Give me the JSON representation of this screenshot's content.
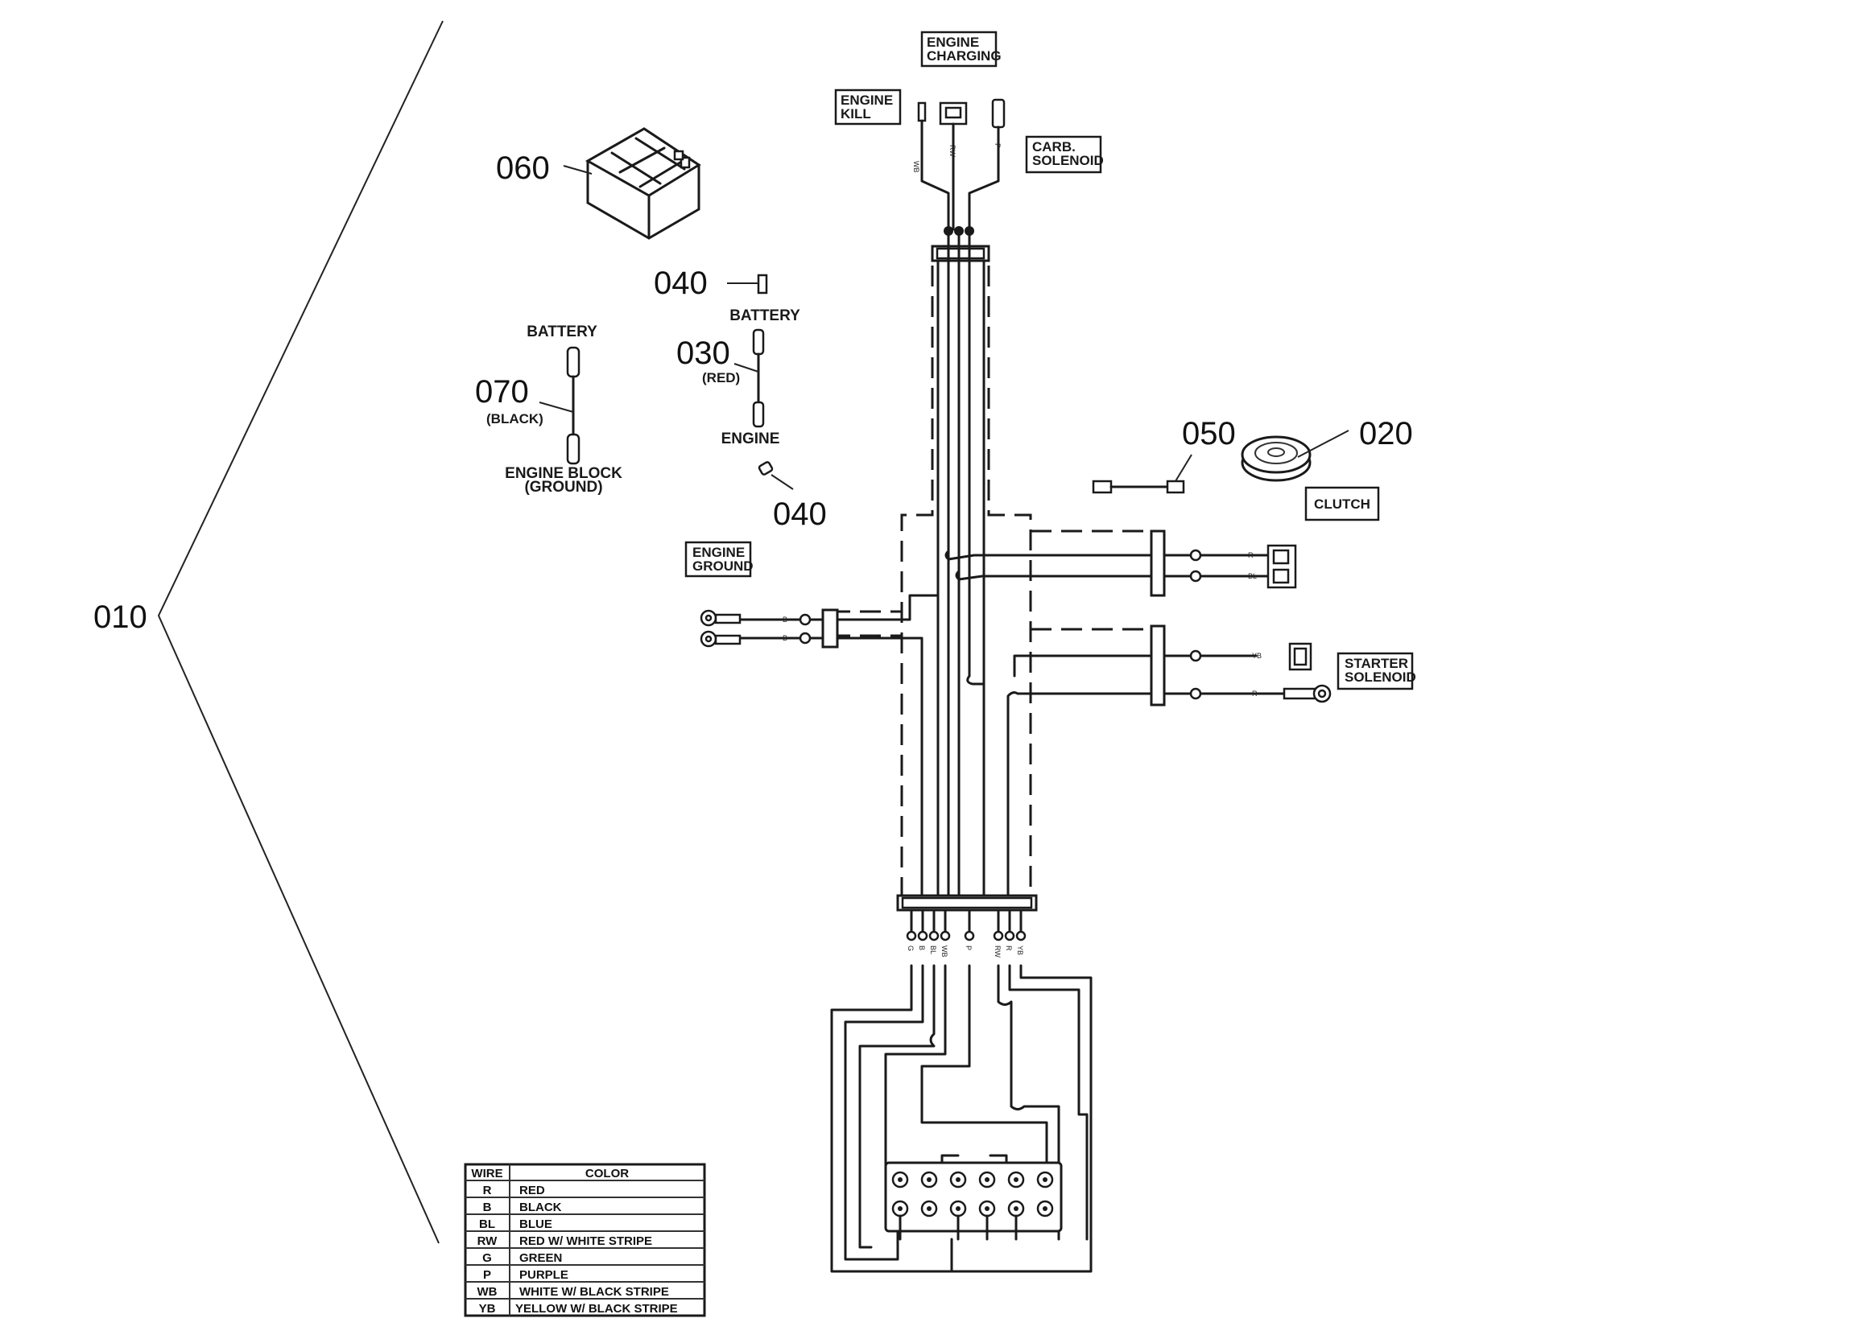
{
  "callouts": {
    "c010": "010",
    "c020": "020",
    "c030": "030",
    "c040_top": "040",
    "c040_bottom": "040",
    "c050": "050",
    "c060": "060",
    "c070": "070"
  },
  "labels": {
    "engine_charging_1": "ENGINE",
    "engine_charging_2": "CHARGING",
    "engine_kill_1": "ENGINE",
    "engine_kill_2": "KILL",
    "carb_solenoid_1": "CARB.",
    "carb_solenoid_2": "SOLENOID",
    "clutch": "CLUTCH",
    "engine_ground_1": "ENGINE",
    "engine_ground_2": "GROUND",
    "starter_solenoid_1": "STARTER",
    "starter_solenoid_2": "SOLENOID",
    "battery_black_top": "BATTERY",
    "black_note": "(BLACK)",
    "engine_block_1": "ENGINE BLOCK",
    "engine_block_2": "(GROUND)",
    "battery_red_top": "BATTERY",
    "red_note": "(RED)",
    "engine_red_bottom": "ENGINE"
  },
  "wire_codes": {
    "top_wb": "WB",
    "top_rw": "RW",
    "top_p": "P",
    "clutch_r": "R",
    "clutch_bl": "BL",
    "ground_b1": "B",
    "ground_b2": "B",
    "starter_yb": "YB",
    "starter_r": "R",
    "bottom": [
      "G",
      "B",
      "BL",
      "WB",
      "P",
      "RW",
      "R",
      "YB"
    ]
  },
  "wire_table": {
    "headers": [
      "WIRE",
      "COLOR"
    ],
    "rows": [
      [
        "R",
        "RED"
      ],
      [
        "B",
        "BLACK"
      ],
      [
        "BL",
        "BLUE"
      ],
      [
        "RW",
        "RED W/ WHITE STRIPE"
      ],
      [
        "G",
        "GREEN"
      ],
      [
        "P",
        "PURPLE"
      ],
      [
        "WB",
        "WHITE W/ BLACK STRIPE"
      ],
      [
        "YB",
        "YELLOW W/ BLACK STRIPE"
      ]
    ]
  }
}
